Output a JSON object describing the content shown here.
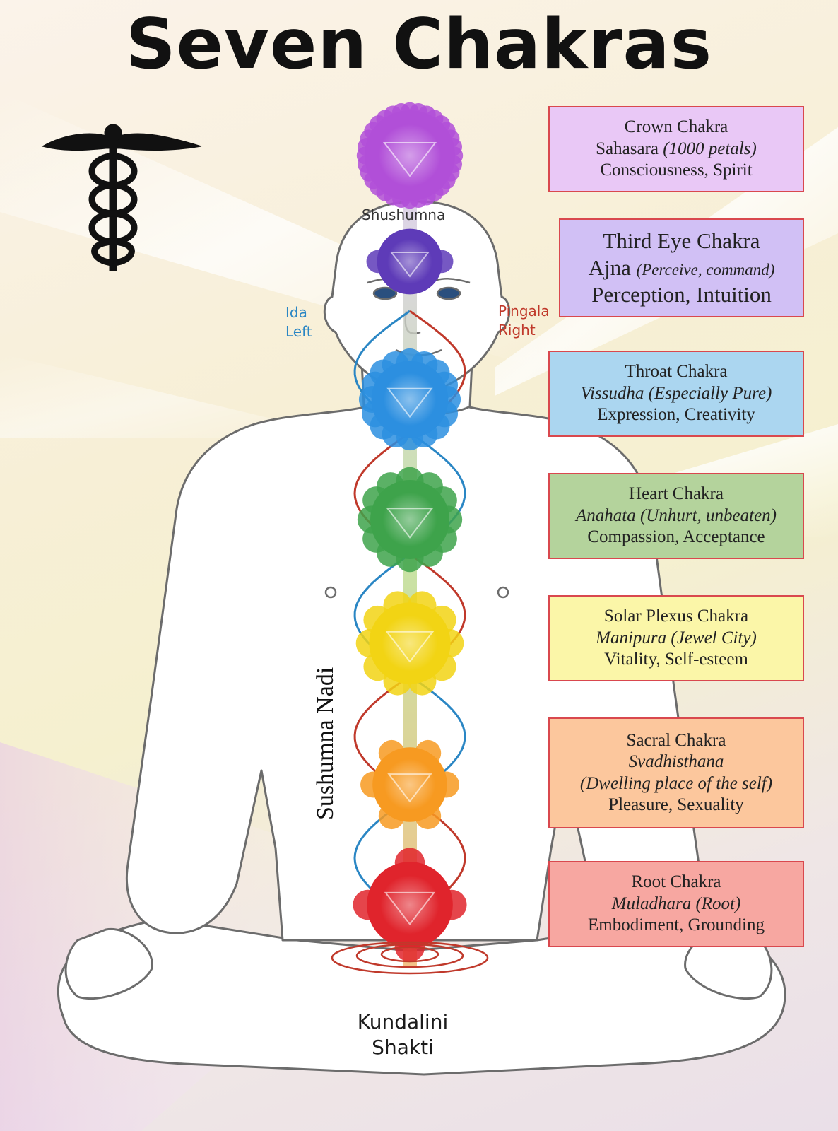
{
  "title": "Seven Chakras",
  "labels": {
    "shushumna": "Shushumna",
    "ida": "Ida",
    "left": "Left",
    "pingala": "Pingala",
    "right": "Right",
    "sushumna_nadi": "Sushumna Nadi",
    "kundalini": "Kundalini",
    "shakti": "Shakti"
  },
  "chakras": [
    {
      "name": "Crown Chakra",
      "sanskrit": "Sahasara",
      "meaning": "(1000 petals)",
      "qualities": "Consciousness, Spirit",
      "color": "#e9c8f6"
    },
    {
      "name": "Third Eye Chakra",
      "sanskrit": "Ajna",
      "meaning": "(Perceive, command)",
      "qualities": "Perception, Intuition",
      "color": "#d1c0f5"
    },
    {
      "name": "Throat Chakra",
      "sanskrit_meaning": "Vissudha (Especially Pure)",
      "qualities": "Expression, Creativity",
      "color": "#abd6f0"
    },
    {
      "name": "Heart Chakra",
      "sanskrit_meaning": "Anahata (Unhurt, unbeaten)",
      "qualities": "Compassion, Acceptance",
      "color": "#b4d39c"
    },
    {
      "name": "Solar Plexus Chakra",
      "sanskrit_meaning": "Manipura (Jewel City)",
      "qualities": "Vitality, Self-esteem",
      "color": "#fbf6a8"
    },
    {
      "name": "Sacral Chakra",
      "sanskrit": "Svadhisthana",
      "meaning": "(Dwelling place of the self)",
      "qualities": "Pleasure, Sexuality",
      "color": "#fcc79d"
    },
    {
      "name": "Root Chakra",
      "sanskrit_meaning": "Muladhara (Root)",
      "qualities": "Embodiment, Grounding",
      "color": "#f7a7a1"
    }
  ],
  "chakra_colors": [
    "#b14fd8",
    "#5e3bb8",
    "#2c8fe0",
    "#3ea34b",
    "#f2d414",
    "#f79a21",
    "#e0242c"
  ],
  "channel_colors": {
    "ida": "#2a86c4",
    "pingala": "#c0392b"
  }
}
